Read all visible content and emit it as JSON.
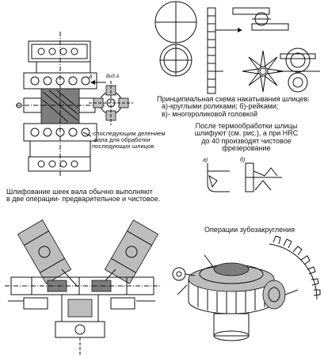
{
  "top_left": {
    "caption_lines": [
      "-споследующим делением",
      "вала для обработки",
      "последующих шлицов"
    ],
    "label_a": "А",
    "label_vid": "Вид А"
  },
  "top_right": {
    "caption_lines": [
      "Принципиальная схема накатывания шлицев:",
      "а)-круглыми роликами; б)-рейками;",
      "в)- многороликовой головкой"
    ],
    "note_lines": [
      "После термообработки шлицы",
      "шлифуют (см. рис.), а при HRC",
      "до 40 производят чистовое",
      "фрезерование"
    ],
    "label_a": "а)",
    "label_b": "б)"
  },
  "grinding": {
    "heading_lines": [
      "Шлифование шеек вала обычно выполняют",
      "в две операции- предварительное и чистовое."
    ]
  },
  "rounding": {
    "heading": "Операции зубозакругления"
  }
}
